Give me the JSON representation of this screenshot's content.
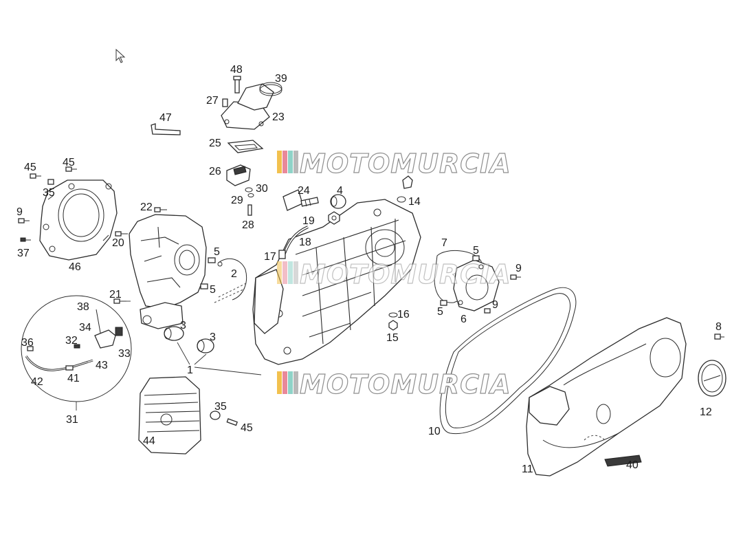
{
  "watermark": {
    "text": "MOTOMURCIA",
    "stripe_colors": [
      "#f2c14e",
      "#e9899a",
      "#8fd3c8",
      "#b9b9b9"
    ]
  },
  "callouts": {
    "p1": "1",
    "p2": "2",
    "p3a": "3",
    "p3b": "3",
    "p4": "4",
    "p5a": "5",
    "p5b": "5",
    "p5c": "5",
    "p5d": "5",
    "p6": "6",
    "p7": "7",
    "p8": "8",
    "p9a": "9",
    "p9b": "9",
    "p9c": "9",
    "p10": "10",
    "p11": "11",
    "p12": "12",
    "p14": "14",
    "p15": "15",
    "p16": "16",
    "p17": "17",
    "p18": "18",
    "p19": "19",
    "p20": "20",
    "p21": "21",
    "p22": "22",
    "p23": "23",
    "p24": "24",
    "p25": "25",
    "p26": "26",
    "p27": "27",
    "p28": "28",
    "p29": "29",
    "p30": "30",
    "p31": "31",
    "p32": "32",
    "p33": "33",
    "p34": "34",
    "p35a": "35",
    "p35b": "35",
    "p36": "36",
    "p37": "37",
    "p38": "38",
    "p39": "39",
    "p40": "40",
    "p41": "41",
    "p42": "42",
    "p43": "43",
    "p44": "44",
    "p45a": "45",
    "p45b": "45",
    "p45c": "45",
    "p46": "46",
    "p47": "47",
    "p48": "48"
  },
  "icons": {
    "cursor": "mouse-pointer-icon"
  }
}
